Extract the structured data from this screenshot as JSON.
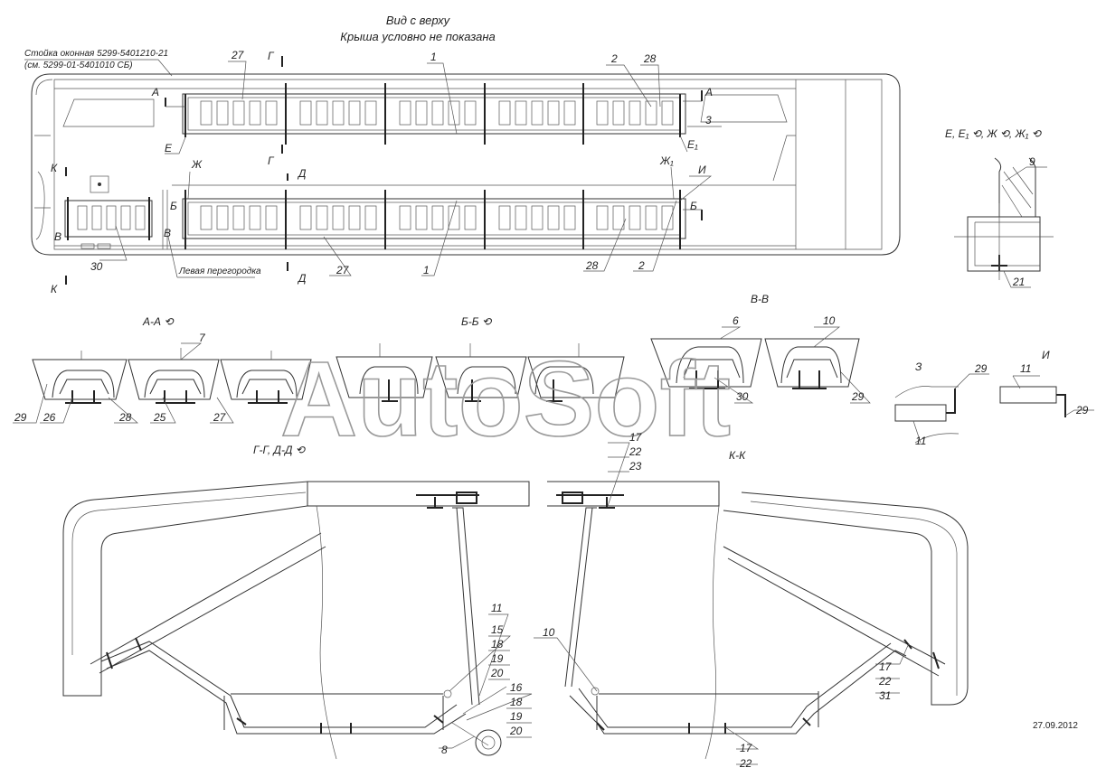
{
  "title": {
    "line1": "Вид с верху",
    "line2": "Крыша условно не показана"
  },
  "note": {
    "line1": "Стойка оконная 5299-5401210-21",
    "line2": "(см. 5299-01-5401010 СБ)"
  },
  "top_view": {
    "partition_label": "Левая перегородка",
    "callouts": [
      "27",
      "1",
      "2",
      "28",
      "3",
      "Е",
      "Е₁",
      "Ж",
      "Ж₁",
      "И",
      "30",
      "27",
      "1",
      "28",
      "2"
    ],
    "section_marks": [
      "А",
      "А",
      "Б",
      "Б",
      "В",
      "В",
      "Г",
      "Г",
      "Д",
      "Д",
      "К",
      "К"
    ]
  },
  "detail_e": {
    "title": "Е, Е₁ ⟲, Ж ⟲, Ж₁ ⟲",
    "callouts": [
      "9",
      "21"
    ]
  },
  "sections_row": {
    "aa_title": "А-А ⟲",
    "bb_title": "Б-Б ⟲",
    "vv_title": "В-В",
    "aa_callouts": [
      "29",
      "26",
      "28",
      "25",
      "27",
      "7"
    ],
    "vv_callouts": [
      "6",
      "10",
      "30",
      "29"
    ]
  },
  "detail_z": {
    "title": "З",
    "callouts": [
      "29",
      "11"
    ]
  },
  "detail_i": {
    "title": "И",
    "callouts": [
      "11",
      "29"
    ]
  },
  "section_gg": {
    "title": "Г-Г, Д-Д ⟲",
    "callouts": [
      "11",
      "15",
      "18",
      "19",
      "20",
      "16",
      "18",
      "19",
      "20",
      "8"
    ]
  },
  "section_kk": {
    "title": "К-К",
    "callouts_top": [
      "17",
      "22",
      "23"
    ],
    "callouts_left": [
      "10"
    ],
    "callouts_right": [
      "17",
      "22",
      "31"
    ],
    "callouts_bottom": [
      "17",
      "22"
    ]
  },
  "watermark": "AutoSoft",
  "date": "27.09.2012"
}
